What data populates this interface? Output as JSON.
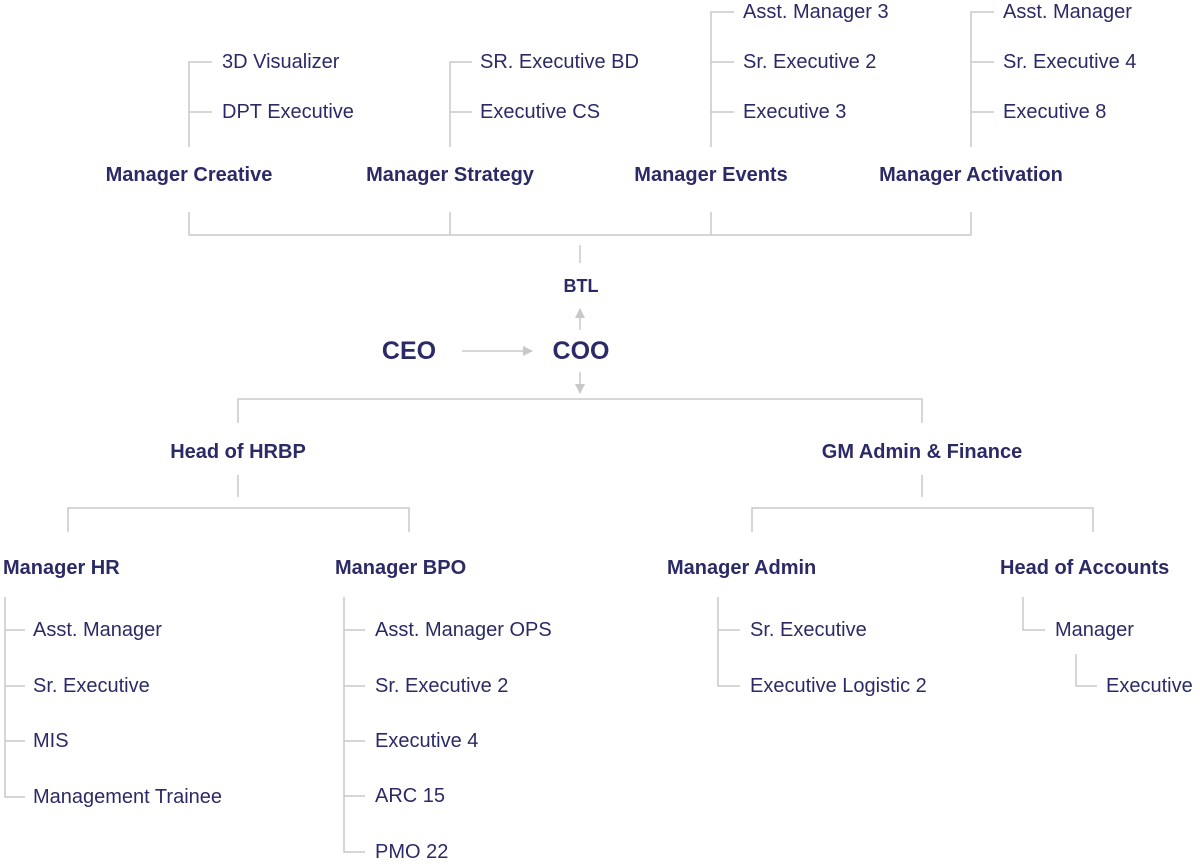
{
  "line_color": "#c8c8c8",
  "text_color": "#2b2a66",
  "top": {
    "ceo": "CEO",
    "coo": "COO",
    "btl": "BTL"
  },
  "btl_managers": [
    {
      "title": "Manager Creative",
      "staff": [
        "3D Visualizer",
        "DPT Executive"
      ]
    },
    {
      "title": "Manager Strategy",
      "staff": [
        "SR. Executive BD",
        "Executive CS"
      ]
    },
    {
      "title": "Manager Events",
      "staff": [
        "Asst. Manager 3",
        "Sr. Executive 2",
        "Executive 3"
      ]
    },
    {
      "title": "Manager Activation",
      "staff": [
        "Asst. Manager",
        "Sr. Executive 4",
        "Executive 8"
      ]
    }
  ],
  "heads": {
    "hrbp": "Head of HRBP",
    "admin_finance": "GM Admin & Finance"
  },
  "manager_hr": {
    "title": "Manager HR",
    "staff": [
      "Asst. Manager",
      "Sr. Executive",
      "MIS",
      "Management Trainee"
    ]
  },
  "manager_bpo": {
    "title": "Manager BPO",
    "staff": [
      "Asst. Manager OPS",
      "Sr. Executive 2",
      "Executive 4",
      "ARC 15",
      "PMO 22"
    ]
  },
  "manager_admin": {
    "title": "Manager Admin",
    "staff": [
      "Sr. Executive",
      "Executive Logistic 2"
    ]
  },
  "head_accounts": {
    "title": "Head of Accounts",
    "manager": "Manager",
    "executive": "Executive"
  }
}
